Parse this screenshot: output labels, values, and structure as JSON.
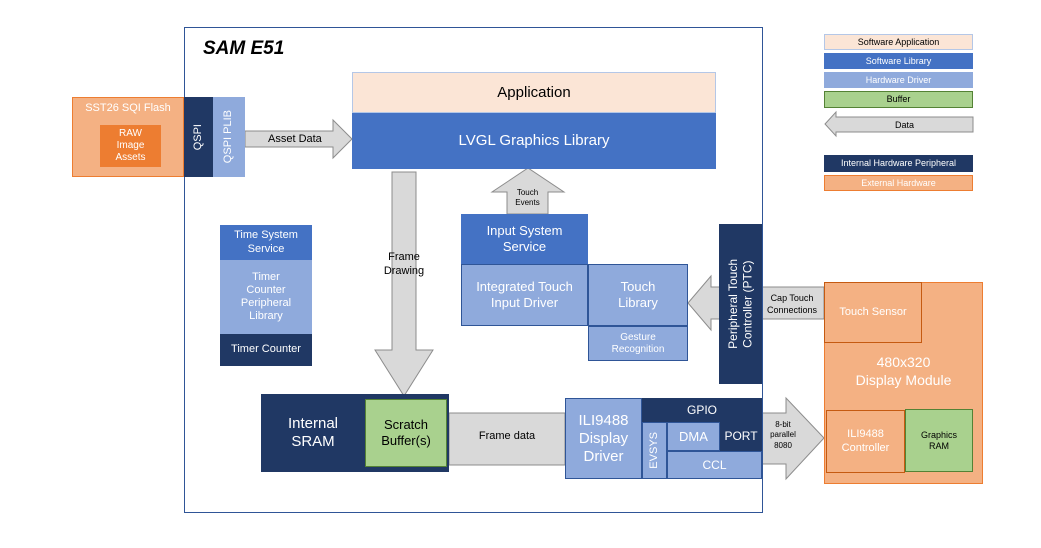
{
  "legend": {
    "software_application": "Software Application",
    "software_library": "Software Library",
    "hardware_driver": "Hardware Driver",
    "buffer": "Buffer",
    "data": "Data",
    "internal_hw_peripheral": "Internal Hardware Peripheral",
    "external_hardware": "External Hardware"
  },
  "mcu": {
    "title": "SAM E51"
  },
  "flash": {
    "title": "SST26 SQI Flash",
    "raw_assets": "RAW\nImage\nAssets"
  },
  "qspi": "QSPI",
  "qspi_plib": "QSPI PLIB",
  "asset_data": "Asset Data",
  "application": "Application",
  "lvgl": "LVGL Graphics Library",
  "frame_drawing": "Frame\nDrawing",
  "touch_events": "Touch\nEvents",
  "time_system_service": "Time System\nService",
  "timer_counter_plib": "Timer\nCounter\nPeripheral\nLibrary",
  "timer_counter": "Timer Counter",
  "input_system_service": "Input System\nService",
  "integrated_touch_driver": "Integrated Touch\nInput Driver",
  "touch_library": "Touch\nLibrary",
  "gesture_recognition": "Gesture\nRecognition",
  "ptc": "Peripheral Touch\nController (PTC)",
  "cap_touch": "Cap Touch\nConnections",
  "internal_sram": "Internal\nSRAM",
  "scratch_buffer": "Scratch\nBuffer(s)",
  "frame_data": "Frame data",
  "ili_driver": "ILI9488\nDisplay\nDriver",
  "gpio": "GPIO",
  "evsys": "EVSYS",
  "dma": "DMA",
  "port": "PORT",
  "ccl": "CCL",
  "parallel": "8-bit\nparallel\n8080",
  "display_module": {
    "touch_sensor": "Touch Sensor",
    "title": "480x320\nDisplay Module",
    "controller": "ILI9488\nController",
    "graphics_ram": "Graphics\nRAM"
  }
}
